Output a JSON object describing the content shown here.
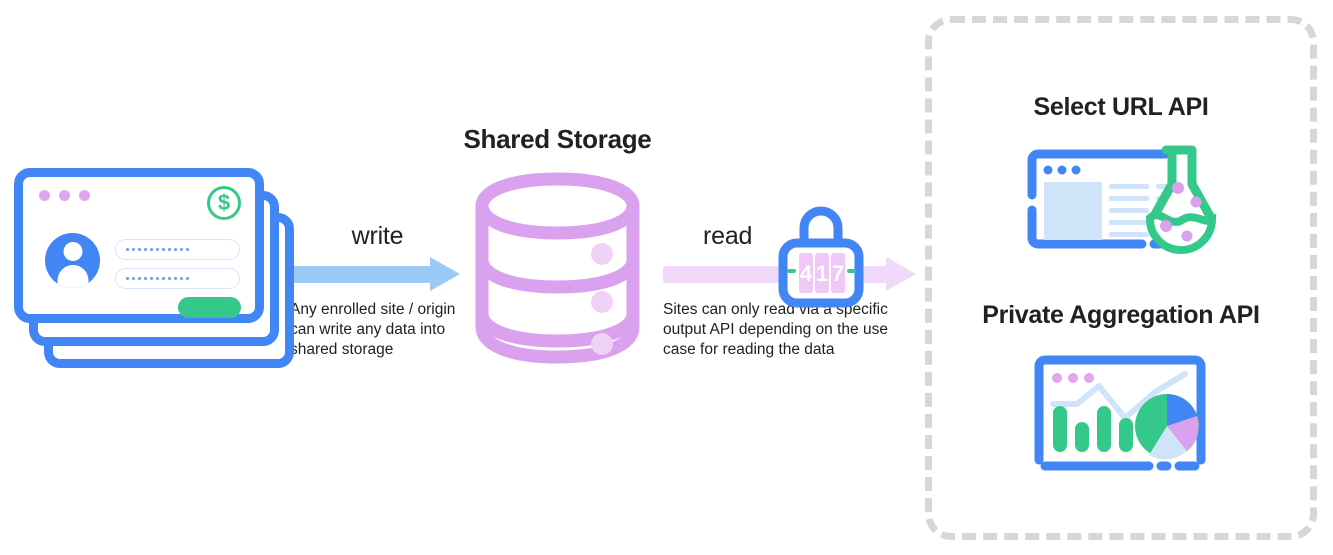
{
  "diagram": {
    "title_node": {
      "label": "Shared Storage"
    },
    "source": {
      "name": "enrolled-sites",
      "card_count": 3,
      "badge_symbol": "$",
      "dots": 3,
      "password_fields": 2
    },
    "flows": [
      {
        "id": "write",
        "label": "write",
        "description": "Any enrolled site / origin can write any data into shared storage",
        "color": "#9ccaf7"
      },
      {
        "id": "read",
        "label": "read",
        "description": "Sites can only read via a specific output API depending on the use case for reading the data",
        "color": "#f2d9f9"
      }
    ],
    "lock": {
      "name": "combination-lock",
      "digits": "417",
      "digit_list": [
        "4",
        "1",
        "7"
      ],
      "body_color": "#4285f4",
      "dial_color": "#e8b6f2"
    },
    "storage": {
      "tiers": 3,
      "color": "#d9a1ee"
    },
    "output_apis": [
      {
        "id": "select-url",
        "title": "Select URL API",
        "art": "browser-window-with-flask"
      },
      {
        "id": "private-aggregation",
        "title": "Private Aggregation API",
        "art": "dashboard-with-charts"
      }
    ],
    "panel": {
      "border_style": "dashed",
      "border_color": "#d7d7d7"
    }
  },
  "palette": {
    "blue": "#4285f4",
    "light_blue": "#9ccaf7",
    "pale_blue": "#cfe4f9",
    "green": "#34c98a",
    "purple": "#d9a1ee",
    "pale_purple": "#f2d9f9",
    "dot_purple": "#e0a6ee",
    "text": "#202124",
    "grey": "#d7d7d7"
  }
}
